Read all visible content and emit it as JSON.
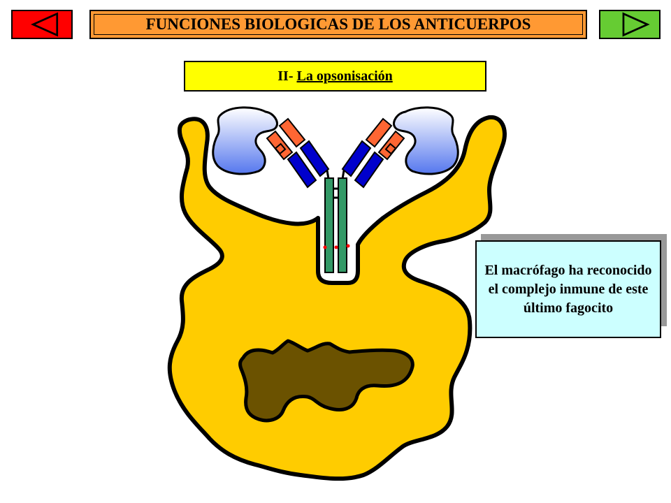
{
  "header": {
    "title": "FUNCIONES BIOLOGICAS DE LOS ANTICUERPOS",
    "prev_button": "previous-slide",
    "next_button": "next-slide"
  },
  "section": {
    "number": "II-",
    "title": "La opsonisación"
  },
  "note": {
    "text": "El macrófago ha reconocido el complejo inmune de este último fagocito"
  },
  "colors": {
    "title_bg": "#ff9933",
    "subtitle_bg": "#ffff00",
    "note_bg": "#ccffff",
    "prev_bg": "#ff0000",
    "next_bg": "#66cc33",
    "macrophage": "#ffcc00",
    "nucleus": "#6b5200",
    "antibody_heavy": "#339966",
    "antibody_light": "#0000cc",
    "antibody_variable": "#ff6633"
  },
  "icons": {
    "prev": "triangle-left-icon",
    "next": "triangle-right-icon"
  }
}
